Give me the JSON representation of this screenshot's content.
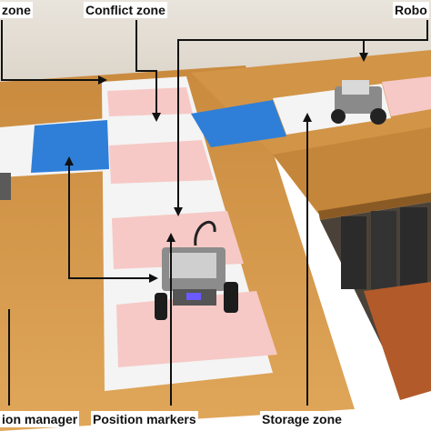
{
  "labels": {
    "top_left": "zone",
    "conflict": "Conflict zone",
    "robot": "Robo",
    "manager": "ion manager",
    "markers": "Position markers",
    "storage": "Storage zone"
  },
  "colors": {
    "wood": "#d79a4c",
    "blue_tile": "#2f7fd8",
    "pink_tile": "#f6c9c6",
    "white_tile": "#f4f4f4",
    "callout_line": "#111111"
  }
}
